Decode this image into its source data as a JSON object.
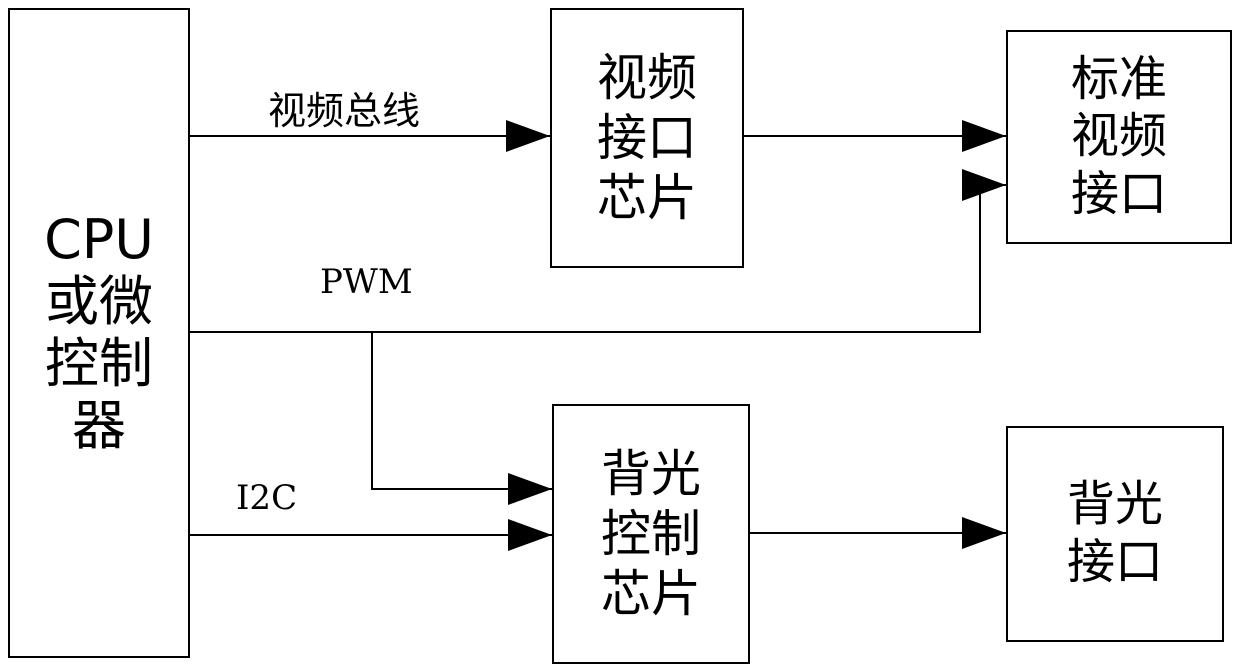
{
  "blocks": {
    "cpu": "CPU\n或微\n控制\n器",
    "video_chip": "视频\n接口\n芯片",
    "std_video": "标准\n视频\n接口",
    "backlight_chip": "背光\n控制\n芯片",
    "backlight_if": "背光\n接口"
  },
  "signals": {
    "video_bus": "视频总线",
    "pwm": "PWM",
    "i2c": "I2C"
  }
}
